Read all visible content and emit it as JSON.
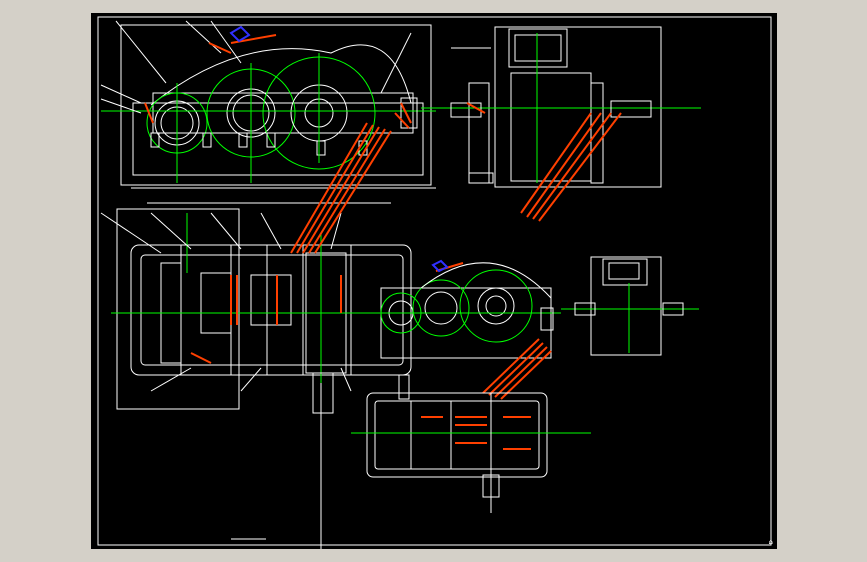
{
  "window": {
    "background_color": "#d4d0c8"
  },
  "drawing": {
    "background_color": "#000000",
    "colors": {
      "outline": "#ffffff",
      "centerline": "#00ff00",
      "hatch": "#ff4000",
      "accent_blue": "#3030ff",
      "leader": "#ffffff"
    },
    "views": [
      {
        "name": "front-view-gearbox"
      },
      {
        "name": "side-view-gearbox"
      },
      {
        "name": "top-section-view"
      },
      {
        "name": "small-front-view"
      },
      {
        "name": "small-side-view"
      },
      {
        "name": "small-top-section-view"
      }
    ],
    "corner_label": "⌂"
  }
}
